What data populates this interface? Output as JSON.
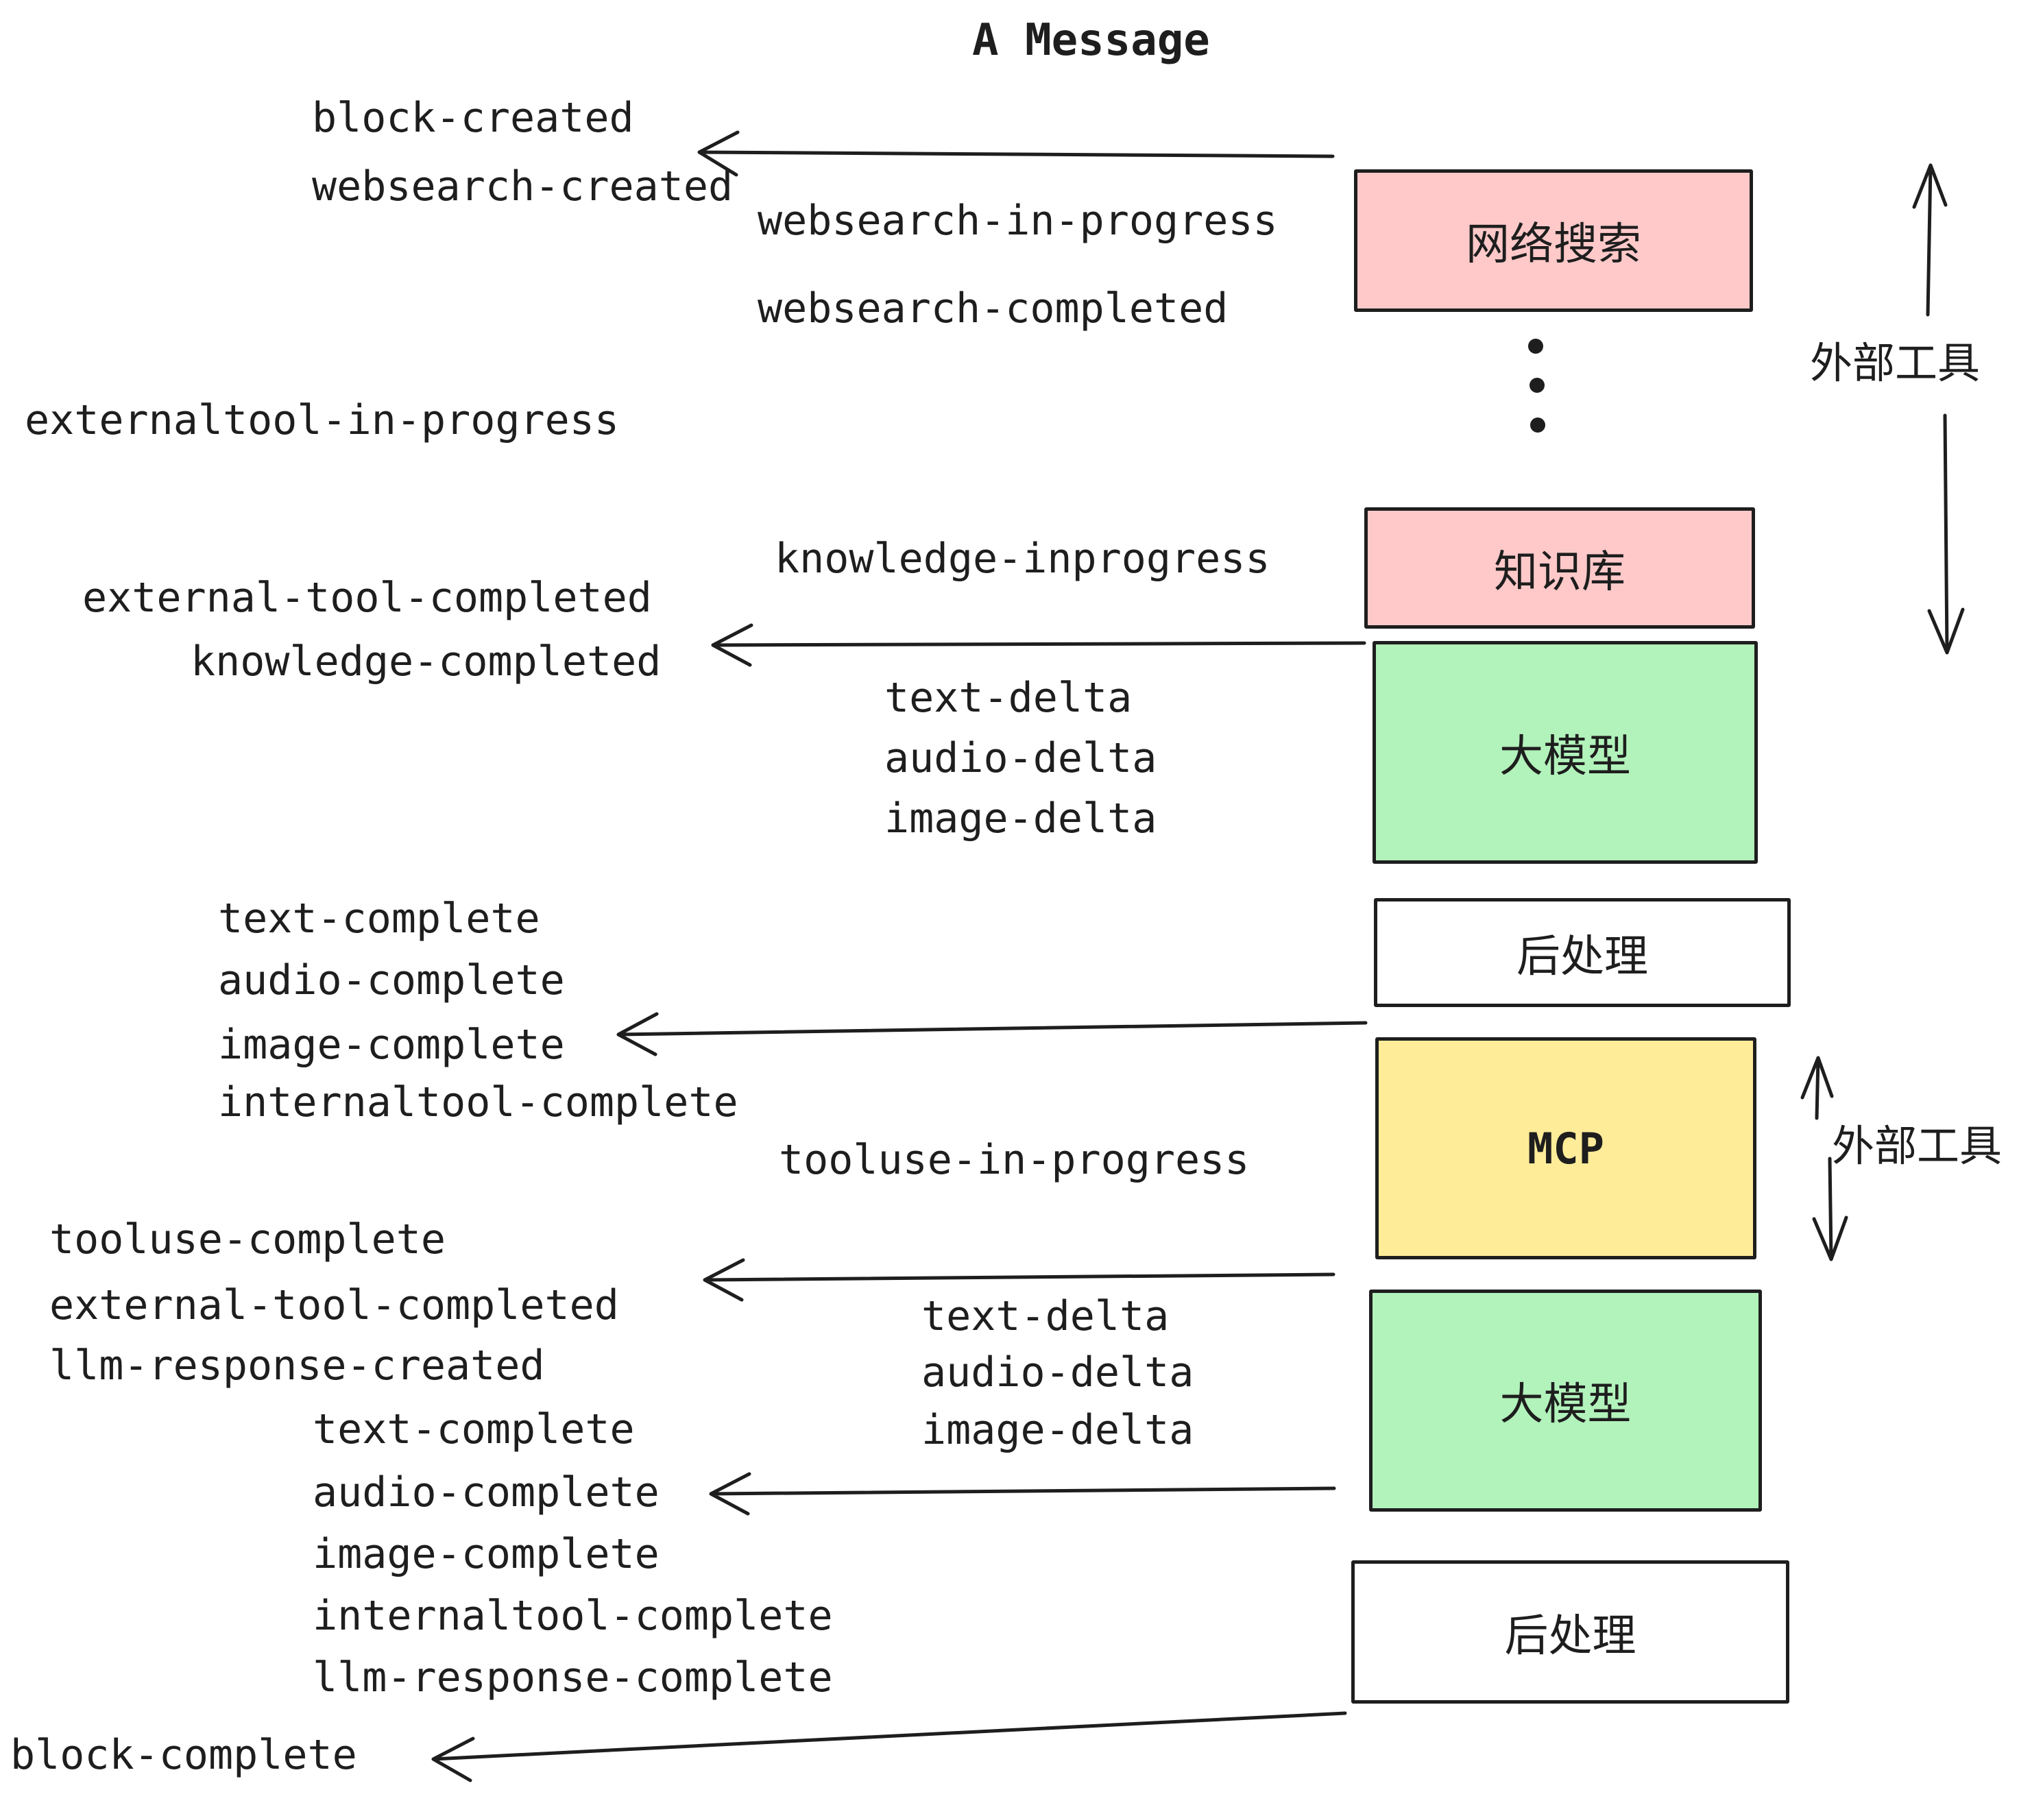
{
  "title": "A Message",
  "colors": {
    "stroke": "#1e1e1e",
    "pink": "#ffc9c9",
    "green": "#b2f2bb",
    "yellow": "#ffec99",
    "white": "#ffffff"
  },
  "boxes": {
    "websearch": {
      "label": "网络搜索"
    },
    "knowledge": {
      "label": "知识库"
    },
    "llm1": {
      "label": "大模型"
    },
    "post1": {
      "label": "后处理"
    },
    "mcp": {
      "label": "MCP"
    },
    "llm2": {
      "label": "大模型"
    },
    "post2": {
      "label": "后处理"
    }
  },
  "events": {
    "block_created": "block-created",
    "websearch_created": "websearch-created",
    "websearch_in_progress": "websearch-in-progress",
    "websearch_completed": "websearch-completed",
    "externaltool_in_progress": "externaltool-in-progress",
    "knowledge_inprogress": "knowledge-inprogress",
    "external_tool_completed_1": "external-tool-completed",
    "knowledge_completed": "knowledge-completed",
    "text_delta_1": "text-delta",
    "audio_delta_1": "audio-delta",
    "image_delta_1": "image-delta",
    "text_complete_1": "text-complete",
    "audio_complete_1": "audio-complete",
    "image_complete_1": "image-complete",
    "internaltool_complete_1": "internaltool-complete",
    "tooluse_in_progress": "tooluse-in-progress",
    "tooluse_complete": "tooluse-complete",
    "external_tool_completed_2": "external-tool-completed",
    "llm_response_created": "llm-response-created",
    "text_delta_2": "text-delta",
    "audio_delta_2": "audio-delta",
    "image_delta_2": "image-delta",
    "text_complete_2": "text-complete",
    "audio_complete_2": "audio-complete",
    "image_complete_2": "image-complete",
    "internaltool_complete_2": "internaltool-complete",
    "llm_response_complete": "llm-response-complete",
    "block_complete": "block-complete"
  },
  "side_labels": {
    "external_tools_top": "外部工具",
    "external_tools_bottom": "外部工具"
  }
}
